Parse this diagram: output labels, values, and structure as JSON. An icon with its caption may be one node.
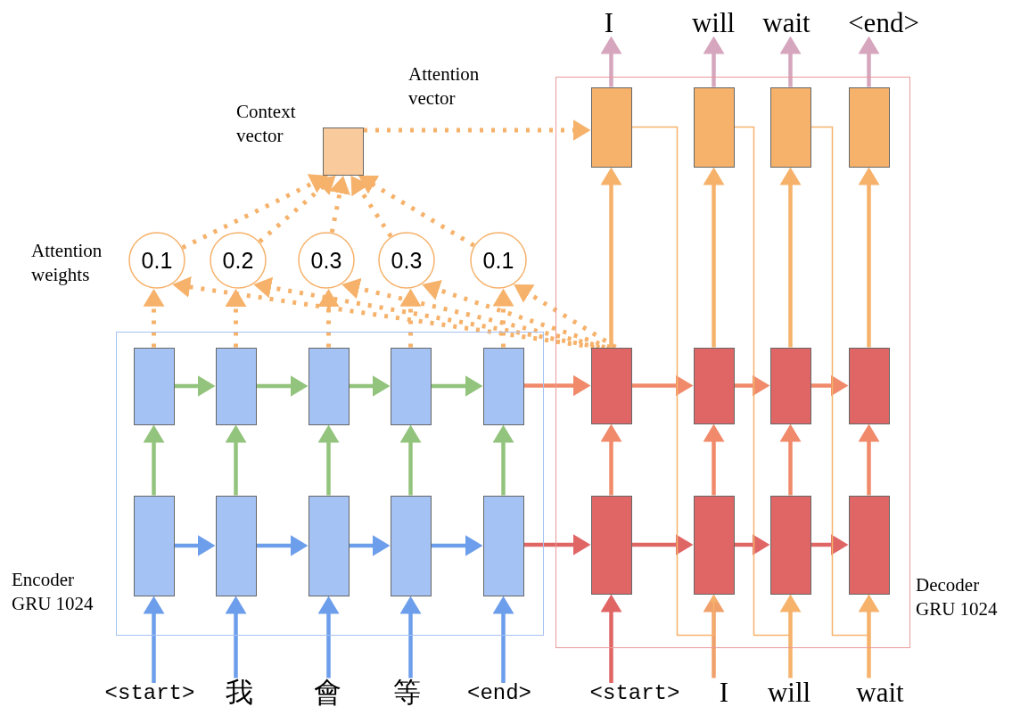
{
  "diagram": {
    "nodes": [
      {
        "text": [
          "I"
        ]
      },
      {
        "text": [
          "will"
        ]
      },
      {
        "text": [
          "wait"
        ]
      },
      {
        "text": [
          "<end>"
        ]
      },
      {
        "text": [],
        "shape": "box",
        "beside": [
          "Decoder GRU 1024"
        ]
      },
      {
        "text": [],
        "shape": "box",
        "in": 4
      },
      {
        "text": [],
        "shape": "box",
        "in": 4
      },
      {
        "text": [],
        "shape": "box",
        "in": 4
      },
      {
        "text": [],
        "shape": "box",
        "in": 4
      },
      {
        "text": [],
        "shape": "box",
        "beside": [
          "Context vector"
        ]
      },
      {
        "text": [
          "0.1"
        ]
      },
      {
        "text": [
          "0.2"
        ]
      },
      {
        "text": [
          "0.3"
        ]
      },
      {
        "text": [
          "0.3"
        ]
      },
      {
        "text": [
          "0.1"
        ]
      },
      {
        "text": [],
        "shape": "box",
        "beside": [
          "Encoder GRU 1024"
        ]
      },
      {
        "text": [],
        "shape": "box",
        "in": 15
      },
      {
        "text": [],
        "shape": "box",
        "in": 15
      },
      {
        "text": [],
        "shape": "box",
        "in": 15
      },
      {
        "text": [],
        "shape": "box",
        "in": 15
      },
      {
        "text": [],
        "shape": "box",
        "in": 15
      },
      {
        "text": [],
        "shape": "box",
        "in": 15
      },
      {
        "text": [],
        "shape": "box",
        "in": 15
      },
      {
        "text": [],
        "shape": "box",
        "in": 15
      },
      {
        "text": [],
        "shape": "box",
        "in": 15
      },
      {
        "text": [],
        "shape": "box",
        "in": 15
      },
      {
        "text": [],
        "shape": "box",
        "in": 4
      },
      {
        "text": [],
        "shape": "box",
        "in": 4
      },
      {
        "text": [],
        "shape": "box",
        "in": 4
      },
      {
        "text": [],
        "shape": "box",
        "in": 4
      },
      {
        "text": [],
        "shape": "box",
        "in": 4
      },
      {
        "text": [],
        "shape": "box",
        "in": 4
      },
      {
        "text": [],
        "shape": "box",
        "in": 4
      },
      {
        "text": [],
        "shape": "box",
        "in": 4
      },
      {
        "text": [
          "<start>"
        ]
      },
      {
        "text": [
          "我"
        ]
      },
      {
        "text": [
          "會"
        ]
      },
      {
        "text": [
          "等"
        ]
      },
      {
        "text": [
          "<end>"
        ]
      },
      {
        "text": [
          "<start>"
        ]
      },
      {
        "text": [
          "I"
        ]
      },
      {
        "text": [
          "will"
        ]
      },
      {
        "text": [
          "wait"
        ]
      }
    ],
    "edges": [
      {
        "from": 34,
        "to": 21,
        "arrow": "to",
        "color": "#6d9eeb"
      },
      {
        "from": 35,
        "to": 22,
        "arrow": "to",
        "color": "#6d9eeb"
      },
      {
        "from": 36,
        "to": 23,
        "arrow": "to",
        "color": "#6d9eeb"
      },
      {
        "from": 37,
        "to": 24,
        "arrow": "to",
        "color": "#6d9eeb"
      },
      {
        "from": 38,
        "to": 25,
        "arrow": "to",
        "color": "#6d9eeb"
      },
      {
        "from": 21,
        "to": 22,
        "arrow": "to",
        "color": "#6d9eeb"
      },
      {
        "from": 22,
        "to": 23,
        "arrow": "to",
        "color": "#6d9eeb"
      },
      {
        "from": 23,
        "to": 24,
        "arrow": "to",
        "color": "#6d9eeb"
      },
      {
        "from": 24,
        "to": 25,
        "arrow": "to",
        "color": "#6d9eeb"
      },
      {
        "from": 21,
        "to": 16,
        "arrow": "to",
        "color": "#93c47d"
      },
      {
        "from": 22,
        "to": 17,
        "arrow": "to",
        "color": "#93c47d"
      },
      {
        "from": 23,
        "to": 18,
        "arrow": "to",
        "color": "#93c47d"
      },
      {
        "from": 24,
        "to": 19,
        "arrow": "to",
        "color": "#93c47d"
      },
      {
        "from": 25,
        "to": 20,
        "arrow": "to",
        "color": "#93c47d"
      },
      {
        "from": 16,
        "to": 17,
        "arrow": "to",
        "color": "#93c47d"
      },
      {
        "from": 17,
        "to": 18,
        "arrow": "to",
        "color": "#93c47d"
      },
      {
        "from": 18,
        "to": 19,
        "arrow": "to",
        "color": "#93c47d"
      },
      {
        "from": 19,
        "to": 20,
        "arrow": "to",
        "color": "#93c47d"
      },
      {
        "from": 16,
        "to": 10,
        "arrow": "to",
        "style": "dashed",
        "color": "#f6b26b"
      },
      {
        "from": 17,
        "to": 11,
        "arrow": "to",
        "style": "dashed",
        "color": "#f6b26b"
      },
      {
        "from": 18,
        "to": 12,
        "arrow": "to",
        "style": "dashed",
        "color": "#f6b26b"
      },
      {
        "from": 19,
        "to": 13,
        "arrow": "to",
        "style": "dashed",
        "color": "#f6b26b"
      },
      {
        "from": 20,
        "to": 14,
        "arrow": "to",
        "style": "dashed",
        "color": "#f6b26b"
      },
      {
        "from": 10,
        "to": 9,
        "arrow": "to",
        "style": "dashed",
        "color": "#f6b26b"
      },
      {
        "from": 11,
        "to": 9,
        "arrow": "to",
        "style": "dashed",
        "color": "#f6b26b"
      },
      {
        "from": 12,
        "to": 9,
        "arrow": "to",
        "style": "dashed",
        "color": "#f6b26b"
      },
      {
        "from": 13,
        "to": 9,
        "arrow": "to",
        "style": "dashed",
        "color": "#f6b26b"
      },
      {
        "from": 14,
        "to": 9,
        "arrow": "to",
        "style": "dashed",
        "color": "#f6b26b"
      },
      {
        "from": 26,
        "to": 10,
        "arrow": "to",
        "style": "dashed",
        "color": "#f6b26b"
      },
      {
        "from": 26,
        "to": 11,
        "arrow": "to",
        "style": "dashed",
        "color": "#f6b26b"
      },
      {
        "from": 26,
        "to": 12,
        "arrow": "to",
        "style": "dashed",
        "color": "#f6b26b"
      },
      {
        "from": 26,
        "to": 13,
        "arrow": "to",
        "style": "dashed",
        "color": "#f6b26b"
      },
      {
        "from": 26,
        "to": 14,
        "arrow": "to",
        "style": "dashed",
        "color": "#f6b26b"
      },
      {
        "from": 9,
        "to": 5,
        "arrow": "to",
        "style": "dashed",
        "color": "#f6b26b",
        "label": "Attention vector"
      },
      {
        "from": 20,
        "to": 26,
        "arrow": "to",
        "color": "#f08a6a"
      },
      {
        "from": 25,
        "to": 30,
        "arrow": "to",
        "color": "#e06666"
      },
      {
        "from": 30,
        "to": 31,
        "arrow": "to",
        "color": "#e06666"
      },
      {
        "from": 31,
        "to": 32,
        "arrow": "to",
        "color": "#e06666"
      },
      {
        "from": 32,
        "to": 33,
        "arrow": "to",
        "color": "#e06666"
      },
      {
        "from": 26,
        "to": 27,
        "arrow": "to",
        "color": "#f08a6a"
      },
      {
        "from": 27,
        "to": 28,
        "arrow": "to",
        "color": "#f08a6a"
      },
      {
        "from": 28,
        "to": 29,
        "arrow": "to",
        "color": "#f08a6a"
      },
      {
        "from": 30,
        "to": 26,
        "arrow": "to",
        "color": "#f08a6a"
      },
      {
        "from": 31,
        "to": 27,
        "arrow": "to",
        "color": "#f08a6a"
      },
      {
        "from": 32,
        "to": 28,
        "arrow": "to",
        "color": "#f08a6a"
      },
      {
        "from": 33,
        "to": 29,
        "arrow": "to",
        "color": "#f08a6a"
      },
      {
        "from": 26,
        "to": 5,
        "arrow": "to",
        "color": "#f6b26b"
      },
      {
        "from": 27,
        "to": 6,
        "arrow": "to",
        "color": "#f6b26b"
      },
      {
        "from": 28,
        "to": 7,
        "arrow": "to",
        "color": "#f6b26b"
      },
      {
        "from": 29,
        "to": 8,
        "arrow": "to",
        "color": "#f6b26b"
      },
      {
        "from": 5,
        "to": 0,
        "arrow": "to",
        "color": "#d5a6bd"
      },
      {
        "from": 6,
        "to": 1,
        "arrow": "to",
        "color": "#d5a6bd"
      },
      {
        "from": 7,
        "to": 2,
        "arrow": "to",
        "color": "#d5a6bd"
      },
      {
        "from": 8,
        "to": 3,
        "arrow": "to",
        "color": "#d5a6bd"
      },
      {
        "from": 39,
        "to": 30,
        "arrow": "to",
        "color": "#e06666"
      },
      {
        "from": 40,
        "to": 31,
        "arrow": "to",
        "color": "#f0a06a"
      },
      {
        "from": 41,
        "to": 32,
        "arrow": "to",
        "color": "#f6b26b"
      },
      {
        "from": 42,
        "to": 33,
        "arrow": "to",
        "color": "#f6b26b"
      },
      {
        "from": 5,
        "to": 31,
        "arrow": "to",
        "color": "#f6b26b"
      },
      {
        "from": 6,
        "to": 32,
        "arrow": "to",
        "color": "#f6b26b"
      },
      {
        "from": 7,
        "to": 33,
        "arrow": "to",
        "color": "#f6b26b"
      }
    ],
    "labels": [
      "Attention weights"
    ]
  }
}
